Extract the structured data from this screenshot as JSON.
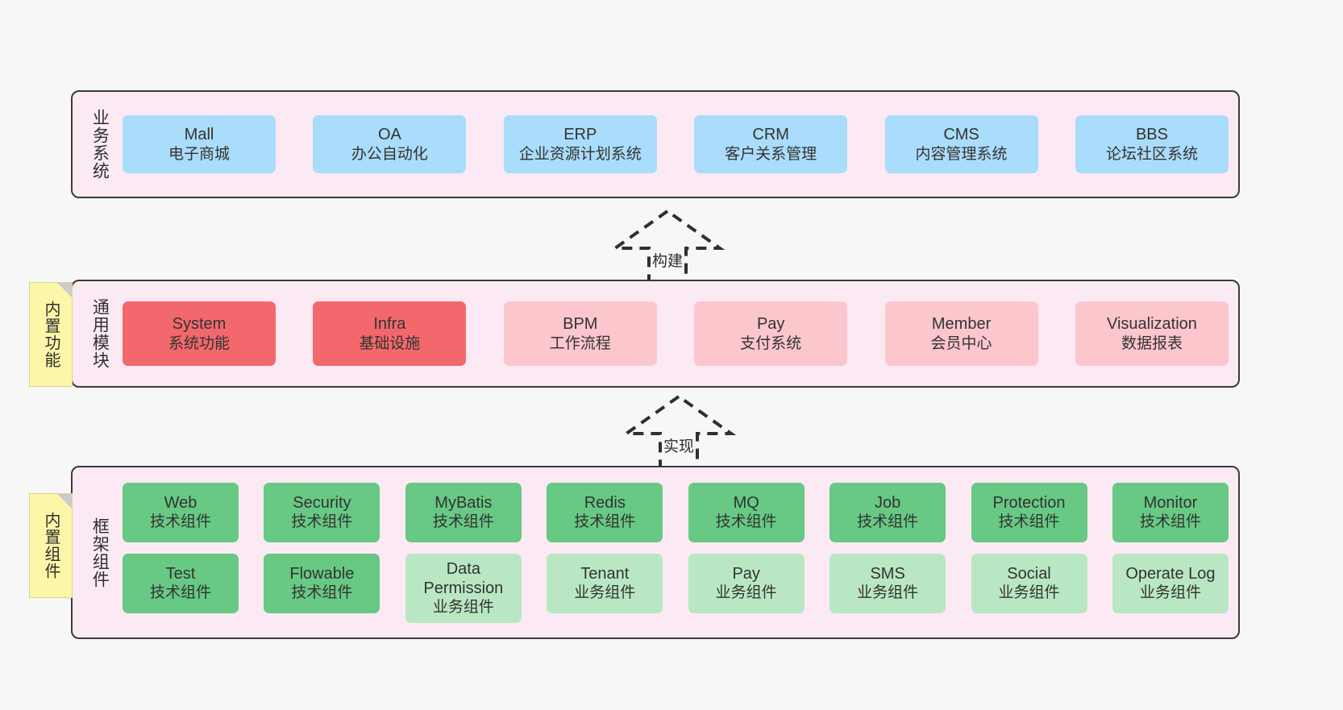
{
  "colors": {
    "canvas": "#f7f7f7",
    "layer_bg": "#fbeaf4",
    "layer_border": "#3a3a3a",
    "blue": "#aadcfb",
    "red": "#f2686c",
    "pink": "#fcc6cd",
    "green": "#67c983",
    "light_green": "#b9e7c3",
    "note_yellow": "#fcf7a8",
    "note_fold": "#cccccc",
    "text": "#333333"
  },
  "notes": [
    {
      "name": "builtin-function",
      "label": "内置功能"
    },
    {
      "name": "builtin-component",
      "label": "内置组件"
    }
  ],
  "layers": {
    "business": {
      "title": "业务系统",
      "nodes": [
        {
          "en": "Mall",
          "cn": "电子商城",
          "color": "blue"
        },
        {
          "en": "OA",
          "cn": "办公自动化",
          "color": "blue"
        },
        {
          "en": "ERP",
          "cn": "企业资源计划系统",
          "color": "blue"
        },
        {
          "en": "CRM",
          "cn": "客户关系管理",
          "color": "blue"
        },
        {
          "en": "CMS",
          "cn": "内容管理系统",
          "color": "blue"
        },
        {
          "en": "BBS",
          "cn": "论坛社区系统",
          "color": "blue"
        }
      ]
    },
    "modules": {
      "title": "通用模块",
      "nodes": [
        {
          "en": "System",
          "cn": "系统功能",
          "color": "red"
        },
        {
          "en": "Infra",
          "cn": "基础设施",
          "color": "red"
        },
        {
          "en": "BPM",
          "cn": "工作流程",
          "color": "pink"
        },
        {
          "en": "Pay",
          "cn": "支付系统",
          "color": "pink"
        },
        {
          "en": "Member",
          "cn": "会员中心",
          "color": "pink"
        },
        {
          "en": "Visualization",
          "cn": "数据报表",
          "color": "pink"
        }
      ]
    },
    "framework": {
      "title": "框架组件",
      "row1": [
        {
          "en": "Web",
          "cn": "技术组件",
          "color": "green"
        },
        {
          "en": "Security",
          "cn": "技术组件",
          "color": "green"
        },
        {
          "en": "MyBatis",
          "cn": "技术组件",
          "color": "green"
        },
        {
          "en": "Redis",
          "cn": "技术组件",
          "color": "green"
        },
        {
          "en": "MQ",
          "cn": "技术组件",
          "color": "green"
        },
        {
          "en": "Job",
          "cn": "技术组件",
          "color": "green"
        },
        {
          "en": "Protection",
          "cn": "技术组件",
          "color": "green"
        },
        {
          "en": "Monitor",
          "cn": "技术组件",
          "color": "green"
        }
      ],
      "row2": [
        {
          "en": "Test",
          "cn": "技术组件",
          "color": "green"
        },
        {
          "en": "Flowable",
          "cn": "技术组件",
          "color": "green"
        },
        {
          "en": "Data Permission",
          "cn": "业务组件",
          "color": "lgreen",
          "tall": true
        },
        {
          "en": "Tenant",
          "cn": "业务组件",
          "color": "lgreen"
        },
        {
          "en": "Pay",
          "cn": "业务组件",
          "color": "lgreen"
        },
        {
          "en": "SMS",
          "cn": "业务组件",
          "color": "lgreen"
        },
        {
          "en": "Social",
          "cn": "业务组件",
          "color": "lgreen"
        },
        {
          "en": "Operate Log",
          "cn": "业务组件",
          "color": "lgreen"
        }
      ]
    }
  },
  "connectors": [
    {
      "name": "build",
      "label": "构建"
    },
    {
      "name": "implement",
      "label": "实现"
    }
  ]
}
